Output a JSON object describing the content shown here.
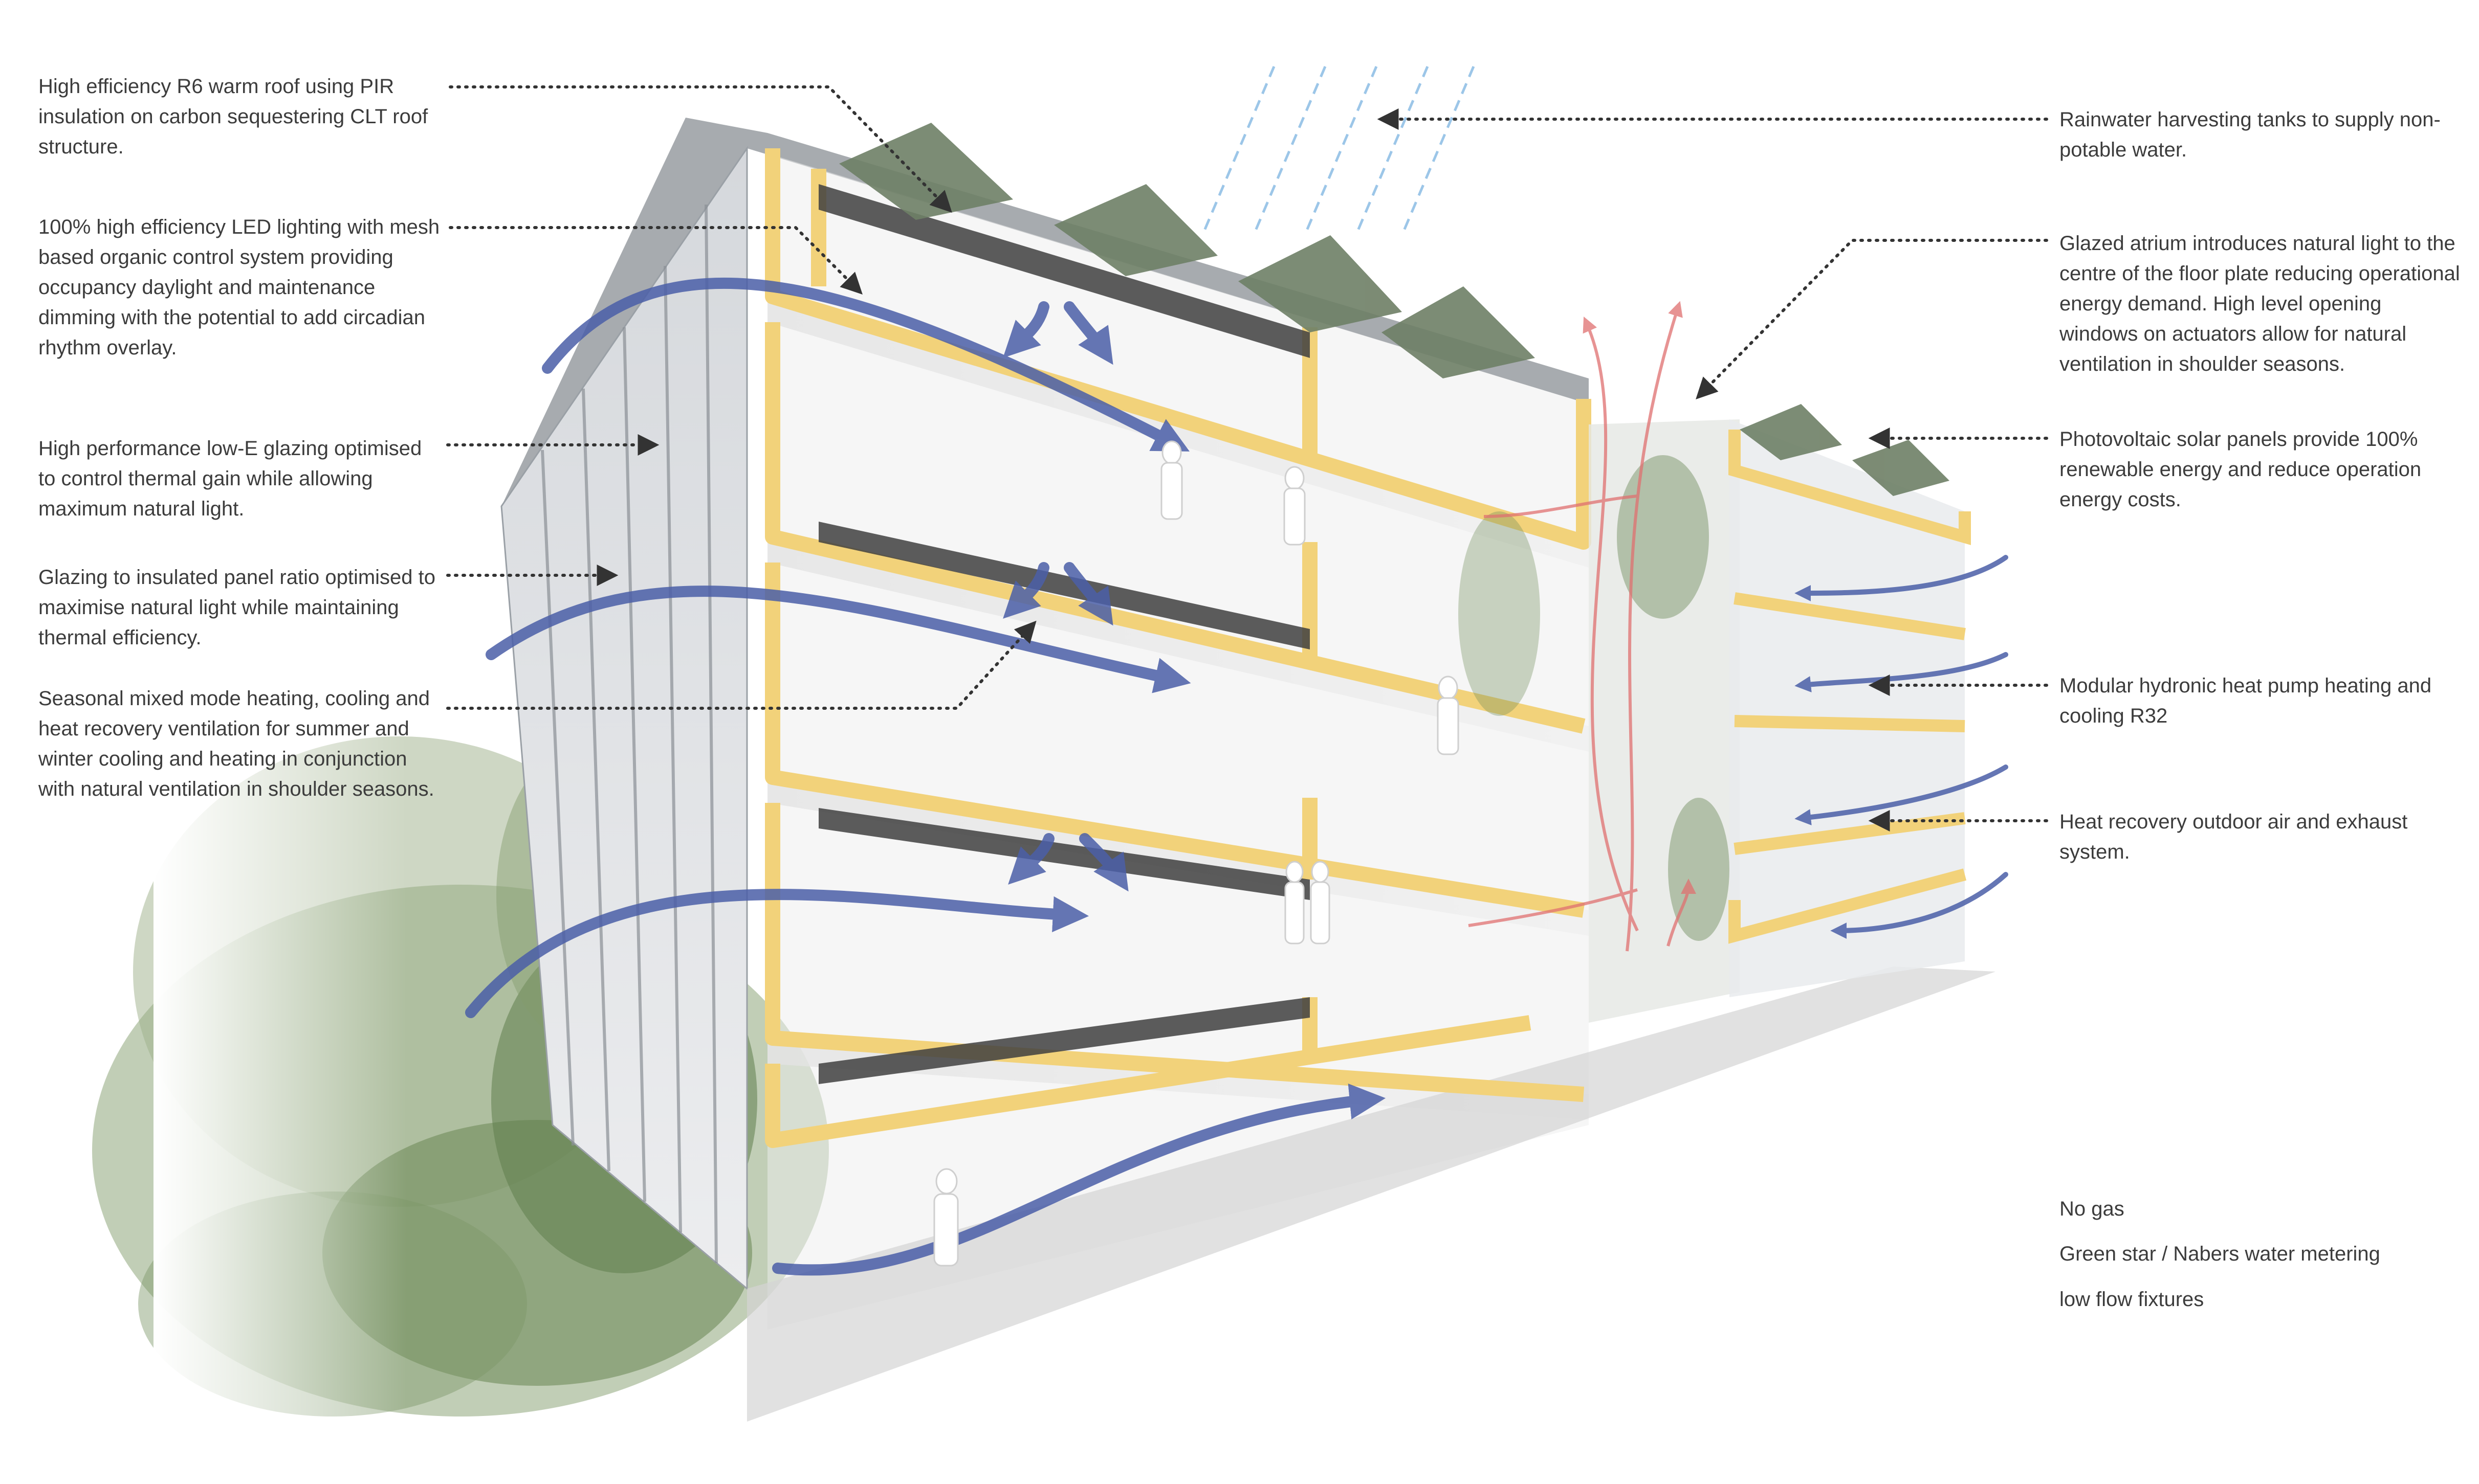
{
  "annotations_left": [
    {
      "id": "warm-roof",
      "text": "High efficiency R6 warm roof using PIR insulation on carbon sequestering CLT roof structure."
    },
    {
      "id": "led-lighting",
      "text": "100% high efficiency LED lighting with mesh based organic control system providing occupancy daylight and maintenance dimming with the potential to add circadian rhythm overlay."
    },
    {
      "id": "low-e-glazing",
      "text": "High performance low-E glazing optimised to control thermal gain while allowing maximum natural light."
    },
    {
      "id": "glazing-ratio",
      "text": "Glazing to insulated panel ratio optimised to maximise natural light while maintaining thermal efficiency."
    },
    {
      "id": "mixed-mode",
      "text": "Seasonal mixed mode heating, cooling and heat recovery ventilation for summer and winter cooling and heating in conjunction with natural ventilation in shoulder seasons."
    }
  ],
  "annotations_right": [
    {
      "id": "rainwater",
      "text": "Rainwater harvesting tanks to supply non-potable water."
    },
    {
      "id": "atrium",
      "text": "Glazed atrium introduces natural light to the centre of the floor plate reducing operational energy demand. High level opening windows on actuators allow for natural ventilation in shoulder seasons."
    },
    {
      "id": "solar",
      "text": "Photovoltaic solar panels provide 100% renewable energy and reduce operation energy costs."
    },
    {
      "id": "heat-pump",
      "text": "Modular hydronic heat pump heating and cooling R32"
    },
    {
      "id": "heat-recovery",
      "text": "Heat recovery outdoor air and exhaust system."
    }
  ],
  "bottom_notes": [
    {
      "id": "no-gas",
      "text": "No gas"
    },
    {
      "id": "water-metering",
      "text": "Green star / Nabers water metering"
    },
    {
      "id": "low-flow",
      "text": "low flow fixtures"
    }
  ],
  "colors": {
    "structure_yellow": "#f2d27a",
    "airflow_blue": "#4b5fa8",
    "exhaust_red": "#e07070",
    "rain_blue": "#9cc6e8",
    "solar_panel": "#6e7f66",
    "leader_line": "#333333",
    "vegetation": "#6f8c5a"
  }
}
